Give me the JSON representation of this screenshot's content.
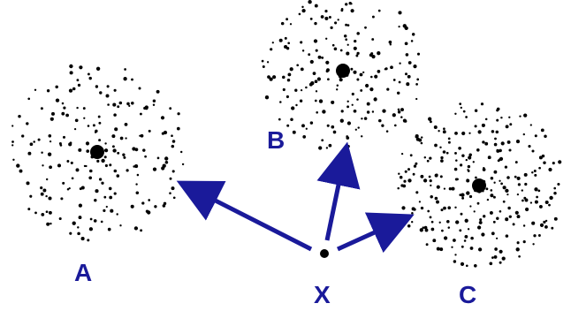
{
  "clusters": [
    {
      "id": "A",
      "label": "A",
      "density": "sparse"
    },
    {
      "id": "B",
      "label": "B",
      "density": "medium"
    },
    {
      "id": "C",
      "label": "C",
      "density": "dense"
    }
  ],
  "source_point": {
    "label": "X"
  },
  "colors": {
    "label": "#1a1a9a",
    "arrow": "#1a1a9a",
    "dot": "#000000",
    "background": "#ffffff"
  }
}
